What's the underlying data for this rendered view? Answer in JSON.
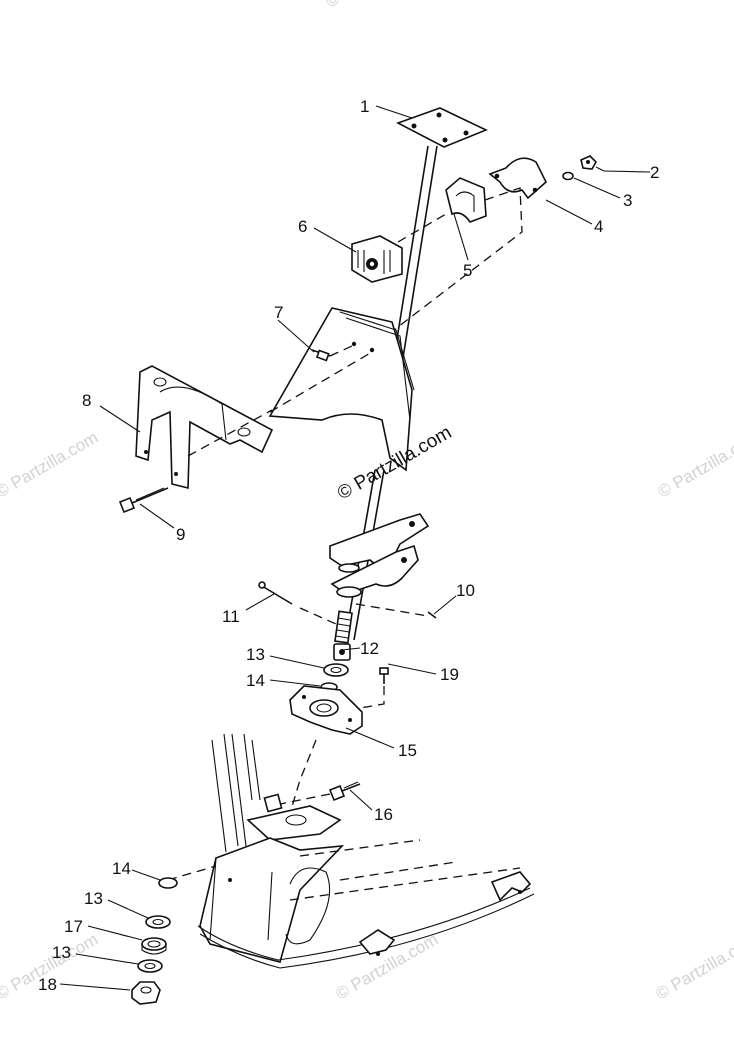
{
  "watermarks": {
    "main": "© Partzilla.com",
    "faded": [
      "© Partzilla.com",
      "© Partzilla.com",
      "© Partzilla.com",
      "© Partzilla.com",
      "© Partzilla.com",
      "© Partzilla.com"
    ]
  },
  "callouts": {
    "c1": "1",
    "c2": "2",
    "c3": "3",
    "c4": "4",
    "c5": "5",
    "c6": "6",
    "c7": "7",
    "c8": "8",
    "c9": "9",
    "c10": "10",
    "c11": "11",
    "c12": "12",
    "c13a": "13",
    "c14a": "14",
    "c15": "15",
    "c16": "16",
    "c14b": "14",
    "c13b": "13",
    "c17": "17",
    "c13c": "13",
    "c18": "18",
    "c19": "19"
  },
  "colors": {
    "ink": "#111111",
    "watermark": "#d2d2d2",
    "background": "#ffffff"
  }
}
